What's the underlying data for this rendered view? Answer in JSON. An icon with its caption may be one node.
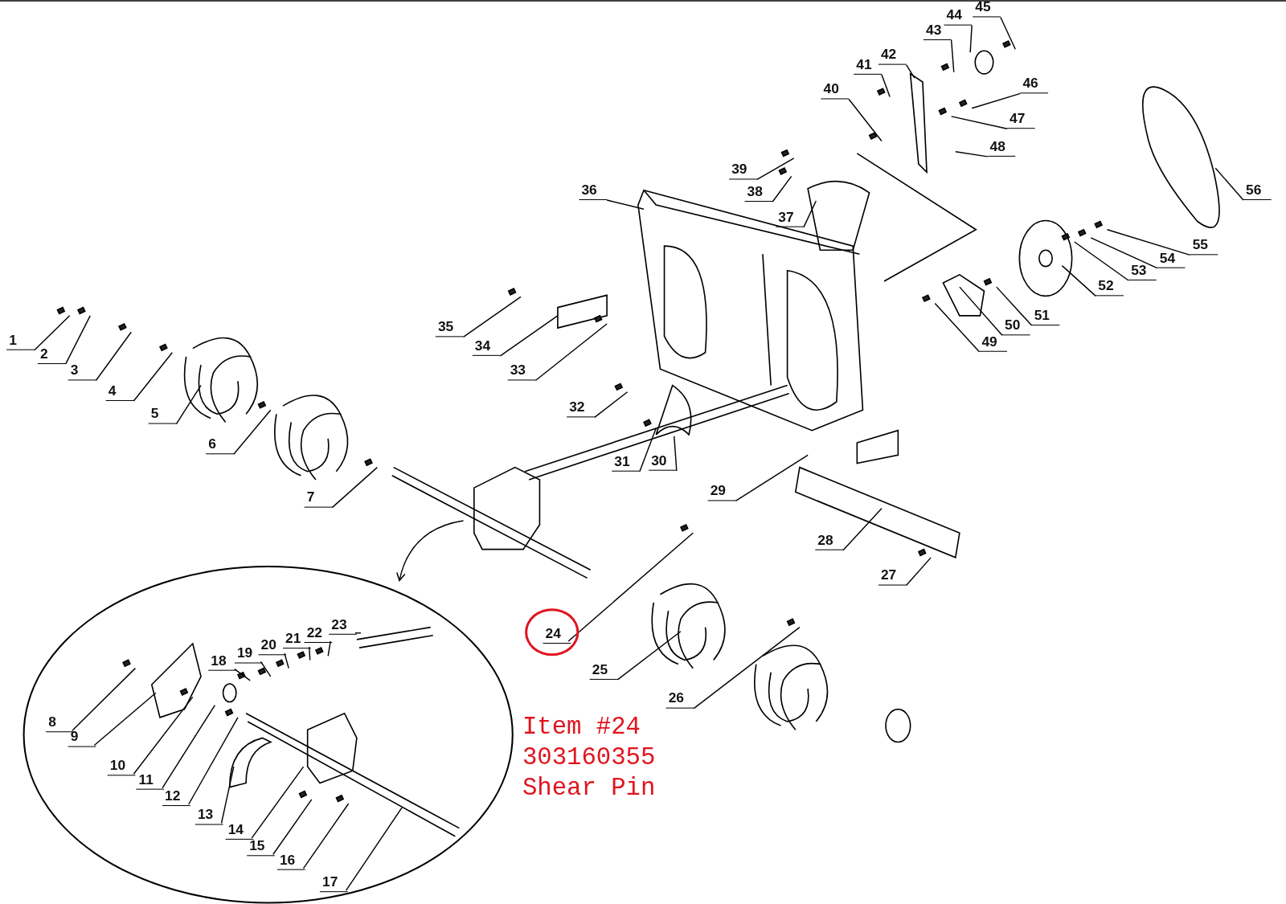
{
  "diagram": {
    "nodes": [
      {
        "text": [],
        "shape": "circle"
      },
      {
        "text": [],
        "shape": "circle"
      },
      {
        "text": [
          "1"
        ]
      },
      {
        "text": [
          "2"
        ]
      },
      {
        "text": [
          "3"
        ]
      },
      {
        "text": [
          "4"
        ]
      },
      {
        "text": [
          "5"
        ]
      },
      {
        "text": [
          "6"
        ]
      },
      {
        "text": [
          "7"
        ]
      },
      {
        "text": [
          "8"
        ],
        "in": 0
      },
      {
        "text": [
          "9"
        ],
        "in": 0
      },
      {
        "text": [
          "10"
        ],
        "in": 0
      },
      {
        "text": [
          "11"
        ],
        "in": 0
      },
      {
        "text": [
          "12"
        ],
        "in": 0
      },
      {
        "text": [
          "13"
        ],
        "in": 0
      },
      {
        "text": [
          "14"
        ],
        "in": 0
      },
      {
        "text": [
          "15"
        ],
        "in": 0
      },
      {
        "text": [
          "16"
        ],
        "in": 0
      },
      {
        "text": [
          "17"
        ],
        "in": 0
      },
      {
        "text": [
          "18"
        ],
        "in": 0
      },
      {
        "text": [
          "19"
        ],
        "in": 0
      },
      {
        "text": [
          "20"
        ],
        "in": 0
      },
      {
        "text": [
          "21"
        ],
        "in": 0
      },
      {
        "text": [
          "22"
        ],
        "in": 0
      },
      {
        "text": [
          "23"
        ],
        "in": 0
      },
      {
        "text": [
          "24"
        ],
        "in": 1
      },
      {
        "text": [
          "25"
        ]
      },
      {
        "text": [
          "26"
        ]
      },
      {
        "text": [
          "27"
        ]
      },
      {
        "text": [
          "28"
        ]
      },
      {
        "text": [
          "29"
        ]
      },
      {
        "text": [
          "30"
        ]
      },
      {
        "text": [
          "31"
        ]
      },
      {
        "text": [
          "32"
        ]
      },
      {
        "text": [
          "33"
        ]
      },
      {
        "text": [
          "34"
        ]
      },
      {
        "text": [
          "35"
        ]
      },
      {
        "text": [
          "36"
        ]
      },
      {
        "text": [
          "37"
        ]
      },
      {
        "text": [
          "38"
        ]
      },
      {
        "text": [
          "39"
        ]
      },
      {
        "text": [
          "40"
        ]
      },
      {
        "text": [
          "41"
        ]
      },
      {
        "text": [
          "42"
        ]
      },
      {
        "text": [
          "43"
        ]
      },
      {
        "text": [
          "44"
        ]
      },
      {
        "text": [
          "45"
        ]
      },
      {
        "text": [
          "46"
        ]
      },
      {
        "text": [
          "47"
        ]
      },
      {
        "text": [
          "48"
        ]
      },
      {
        "text": [
          "49"
        ]
      },
      {
        "text": [
          "50"
        ]
      },
      {
        "text": [
          "51"
        ]
      },
      {
        "text": [
          "52"
        ]
      },
      {
        "text": [
          "53"
        ]
      },
      {
        "text": [
          "54"
        ]
      },
      {
        "text": [
          "55"
        ]
      },
      {
        "text": [
          "56"
        ]
      }
    ],
    "edges": [
      {
        "from": null,
        "to": 0,
        "arrow": "to"
      },
      {
        "from": 2,
        "to": null,
        "arrow": "none"
      },
      {
        "from": 3,
        "to": null,
        "arrow": "none"
      },
      {
        "from": 4,
        "to": null,
        "arrow": "none"
      },
      {
        "from": 5,
        "to": null,
        "arrow": "none"
      },
      {
        "from": 6,
        "to": null,
        "arrow": "none"
      },
      {
        "from": 7,
        "to": null,
        "arrow": "none"
      },
      {
        "from": 8,
        "to": null,
        "arrow": "none"
      },
      {
        "from": 9,
        "to": null,
        "arrow": "none"
      },
      {
        "from": 10,
        "to": null,
        "arrow": "none"
      },
      {
        "from": 11,
        "to": null,
        "arrow": "none"
      },
      {
        "from": 12,
        "to": null,
        "arrow": "none"
      },
      {
        "from": 13,
        "to": null,
        "arrow": "none"
      },
      {
        "from": 14,
        "to": null,
        "arrow": "none"
      },
      {
        "from": 15,
        "to": null,
        "arrow": "none"
      },
      {
        "from": 16,
        "to": null,
        "arrow": "none"
      },
      {
        "from": 17,
        "to": null,
        "arrow": "none"
      },
      {
        "from": 18,
        "to": null,
        "arrow": "none"
      },
      {
        "from": 19,
        "to": null,
        "arrow": "none"
      },
      {
        "from": 20,
        "to": null,
        "arrow": "none"
      },
      {
        "from": 21,
        "to": null,
        "arrow": "none"
      },
      {
        "from": 22,
        "to": null,
        "arrow": "none"
      },
      {
        "from": 23,
        "to": null,
        "arrow": "none"
      },
      {
        "from": 24,
        "to": null,
        "arrow": "none"
      },
      {
        "from": 25,
        "to": null,
        "arrow": "none"
      },
      {
        "from": 26,
        "to": null,
        "arrow": "none"
      },
      {
        "from": 27,
        "to": null,
        "arrow": "none"
      },
      {
        "from": 28,
        "to": null,
        "arrow": "none"
      },
      {
        "from": 29,
        "to": null,
        "arrow": "none"
      },
      {
        "from": 30,
        "to": null,
        "arrow": "none"
      },
      {
        "from": 31,
        "to": null,
        "arrow": "none"
      },
      {
        "from": 32,
        "to": null,
        "arrow": "none"
      },
      {
        "from": 33,
        "to": null,
        "arrow": "none"
      },
      {
        "from": 34,
        "to": null,
        "arrow": "none"
      },
      {
        "from": 35,
        "to": null,
        "arrow": "none"
      },
      {
        "from": 36,
        "to": null,
        "arrow": "none"
      },
      {
        "from": 37,
        "to": null,
        "arrow": "none"
      },
      {
        "from": 38,
        "to": null,
        "arrow": "none"
      },
      {
        "from": 39,
        "to": null,
        "arrow": "none"
      },
      {
        "from": 40,
        "to": null,
        "arrow": "none"
      },
      {
        "from": 41,
        "to": null,
        "arrow": "none"
      },
      {
        "from": 42,
        "to": null,
        "arrow": "none"
      },
      {
        "from": 43,
        "to": null,
        "arrow": "none"
      },
      {
        "from": 44,
        "to": null,
        "arrow": "none"
      },
      {
        "from": 45,
        "to": null,
        "arrow": "none"
      },
      {
        "from": 46,
        "to": null,
        "arrow": "none"
      },
      {
        "from": 47,
        "to": null,
        "arrow": "none"
      },
      {
        "from": 48,
        "to": null,
        "arrow": "none"
      },
      {
        "from": 49,
        "to": null,
        "arrow": "none"
      },
      {
        "from": 50,
        "to": null,
        "arrow": "none"
      },
      {
        "from": 51,
        "to": null,
        "arrow": "none"
      },
      {
        "from": 52,
        "to": null,
        "arrow": "none"
      },
      {
        "from": 53,
        "to": null,
        "arrow": "none"
      },
      {
        "from": 54,
        "to": null,
        "arrow": "none"
      },
      {
        "from": 55,
        "to": null,
        "arrow": "none"
      },
      {
        "from": 56,
        "to": null,
        "arrow": "none"
      },
      {
        "from": 57,
        "to": null,
        "arrow": "none"
      }
    ],
    "labels": [
      "Item #24",
      "303160355",
      "Shear Pin"
    ]
  }
}
